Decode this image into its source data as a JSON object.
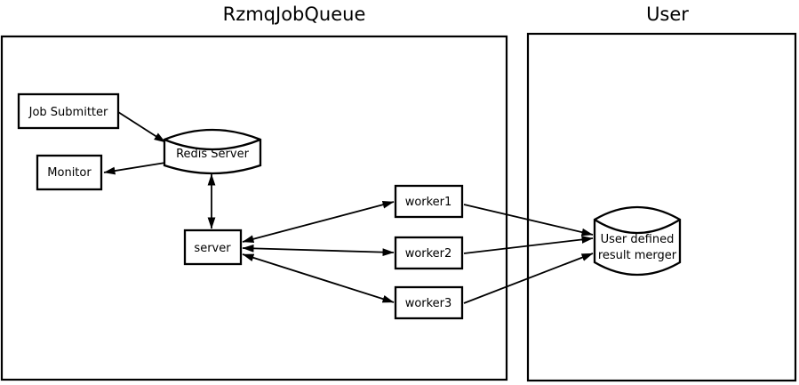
{
  "clusters": {
    "rzmq_job_queue": {
      "label": "RzmqJobQueue"
    },
    "user": {
      "label": "User"
    }
  },
  "nodes": {
    "job_submitter": {
      "label": "Job Submitter",
      "shape": "box"
    },
    "redis_server": {
      "label": "Redis Server",
      "shape": "cylinder"
    },
    "monitor": {
      "label": "Monitor",
      "shape": "box"
    },
    "server": {
      "label": "server",
      "shape": "box"
    },
    "worker1": {
      "label": "worker1",
      "shape": "box"
    },
    "worker2": {
      "label": "worker2",
      "shape": "box"
    },
    "worker3": {
      "label": "worker3",
      "shape": "box"
    },
    "result_merger": {
      "label_line1": "User defined",
      "label_line2": "result merger",
      "shape": "cylinder"
    }
  },
  "edges": [
    {
      "from": "job_submitter",
      "to": "redis_server",
      "bidirectional": false
    },
    {
      "from": "redis_server",
      "to": "monitor",
      "bidirectional": false
    },
    {
      "from": "redis_server",
      "to": "server",
      "bidirectional": true
    },
    {
      "from": "server",
      "to": "worker1",
      "bidirectional": true
    },
    {
      "from": "server",
      "to": "worker2",
      "bidirectional": true
    },
    {
      "from": "server",
      "to": "worker3",
      "bidirectional": true
    },
    {
      "from": "worker1",
      "to": "result_merger",
      "bidirectional": false
    },
    {
      "from": "worker2",
      "to": "result_merger",
      "bidirectional": false
    },
    {
      "from": "worker3",
      "to": "result_merger",
      "bidirectional": false
    }
  ],
  "colors": {
    "line": "#000000",
    "background": "#ffffff",
    "node_fill": "#ffffff"
  }
}
